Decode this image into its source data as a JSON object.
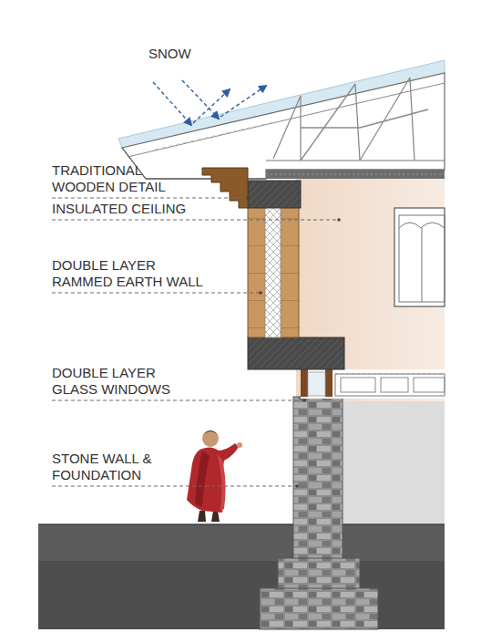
{
  "diagram": {
    "labels": [
      "SNOW",
      "TRADITIONAL WOODEN DETAIL",
      "INSULATED CEILING",
      "DOUBLE LAYER RAMMED EARTH WALL",
      "DOUBLE LAYER GLASS WINDOWS",
      "STONE WALL & FOUNDATION"
    ]
  }
}
